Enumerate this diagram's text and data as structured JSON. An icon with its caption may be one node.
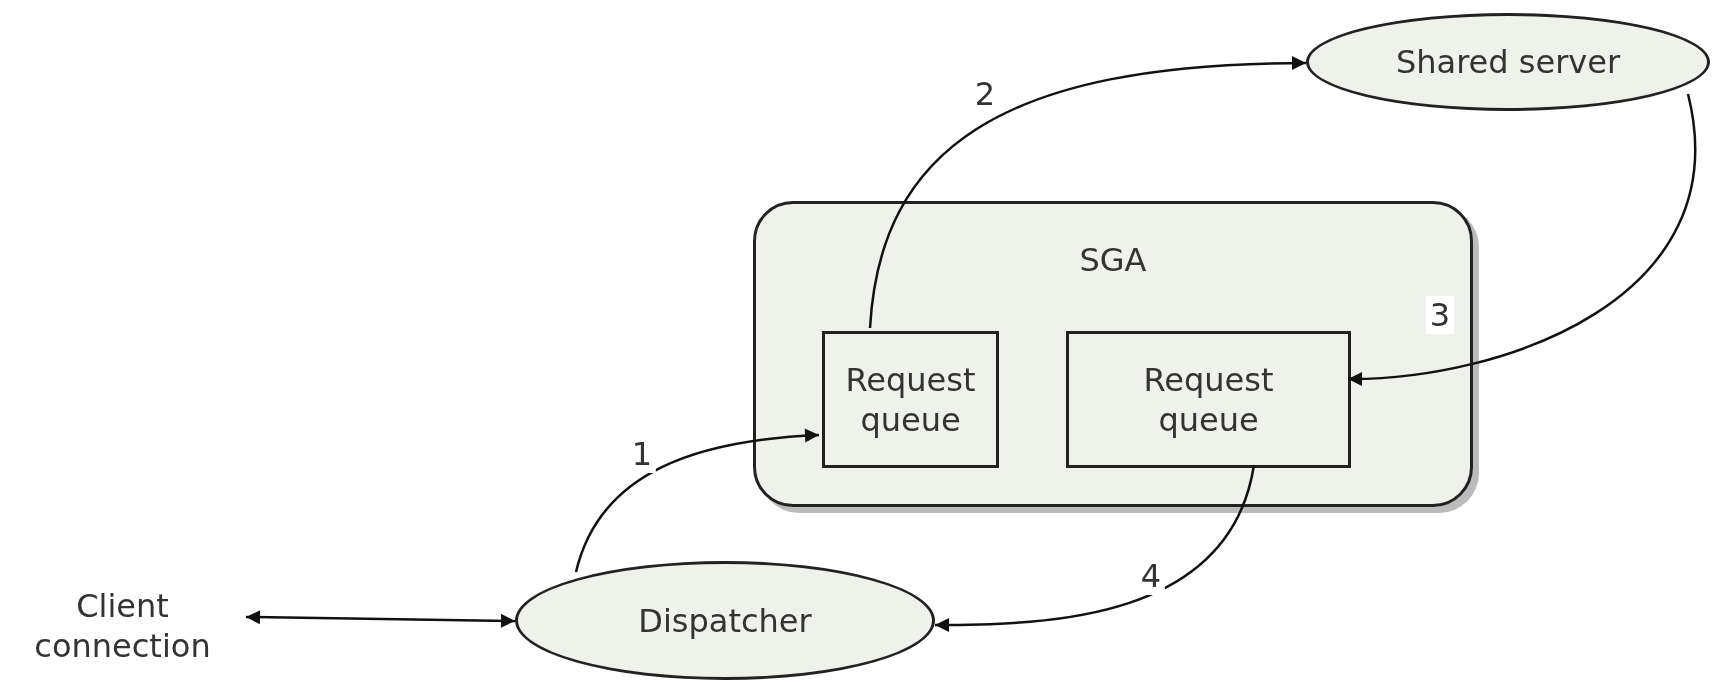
{
  "diagram": {
    "nodes": [
      {
        "text": [
          "Shared server"
        ]
      },
      {
        "text": [
          "SGA"
        ]
      },
      {
        "text": [
          "Request queue"
        ],
        "in": 1
      },
      {
        "text": [
          "Request queue"
        ],
        "in": 1
      },
      {
        "text": [
          "Client connection"
        ]
      },
      {
        "text": [
          "Dispatcher"
        ]
      }
    ],
    "edges": [
      {
        "from": 4,
        "to": 5,
        "arrow": "both"
      },
      {
        "from": 5,
        "to": 2,
        "arrow": "to",
        "label": "1"
      },
      {
        "from": 2,
        "to": 0,
        "arrow": "to",
        "label": "2"
      },
      {
        "from": 0,
        "to": 3,
        "arrow": "to",
        "label": "3"
      },
      {
        "from": 3,
        "to": 5,
        "arrow": "to",
        "label": "4"
      }
    ]
  }
}
